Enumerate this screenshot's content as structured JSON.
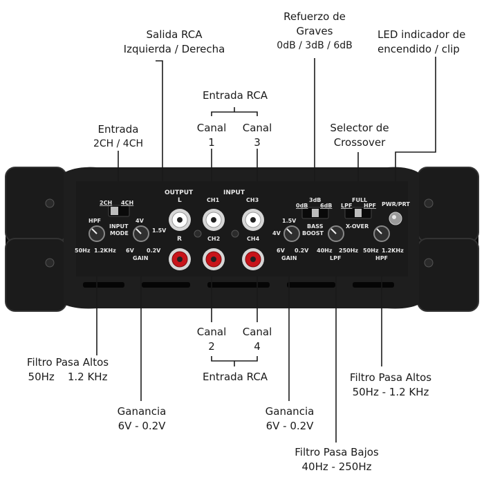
{
  "callouts": {
    "salida_rca": {
      "line1": "Salida RCA",
      "line2": "Izquierda / Derecha"
    },
    "refuerzo": {
      "line1": "Refuerzo de",
      "line2": "Graves",
      "line3": "0dB / 3dB / 6dB"
    },
    "led": {
      "line1": "LED indicador de",
      "line2": "encendido / clip"
    },
    "entrada_rca_top": {
      "title": "Entrada RCA",
      "canal1": "Canal",
      "num1": "1",
      "canal3": "Canal",
      "num3": "3"
    },
    "entrada": {
      "line1": "Entrada",
      "line2": "2CH / 4CH"
    },
    "selector": {
      "line1": "Selector de",
      "line2": "Crossover"
    },
    "entrada_rca_bottom": {
      "canal2": "Canal",
      "num2": "2",
      "canal4": "Canal",
      "num4": "4",
      "title": "Entrada RCA"
    },
    "filtro_left": {
      "line1": "Filtro Pasa Altos",
      "line2": "50Hz    1.2 KHz"
    },
    "ganancia_left": {
      "line1": "Ganancia",
      "line2": "6V - 0.2V"
    },
    "ganancia_right": {
      "line1": "Ganancia",
      "line2": "6V - 0.2V"
    },
    "filtro_right": {
      "line1": "Filtro Pasa Altos",
      "line2": "50Hz - 1.2 KHz"
    },
    "filtro_bajos": {
      "line1": "Filtro Pasa Bajos",
      "line2": "40Hz - 250Hz"
    }
  },
  "panel": {
    "output": "OUTPUT",
    "l": "L",
    "r": "R",
    "input": "INPUT",
    "ch1": "CH1",
    "ch2": "CH2",
    "ch3": "CH3",
    "ch4": "CH4",
    "two_ch": "2CH",
    "four_ch": "4CH",
    "hpf": "HPF",
    "input_mode_1": "INPUT",
    "input_mode_2": "MODE",
    "v4": "4V",
    "v15": "1.5V",
    "v6": "6V",
    "v02": "0.2V",
    "gain": "GAIN",
    "hz50": "50Hz",
    "khz12": "1.2KHz",
    "db3": "3dB",
    "db0": "0dB",
    "db6": "6dB",
    "bass1": "BASS",
    "bass2": "BOOST",
    "full": "FULL",
    "lpf": "LPF",
    "hpf2": "HPF",
    "xover": "X-OVER",
    "hz40": "40Hz",
    "hz250": "250Hz",
    "lpf_label": "LPF",
    "hpf_label": "HPF",
    "pwr": "PWR/PRT"
  }
}
